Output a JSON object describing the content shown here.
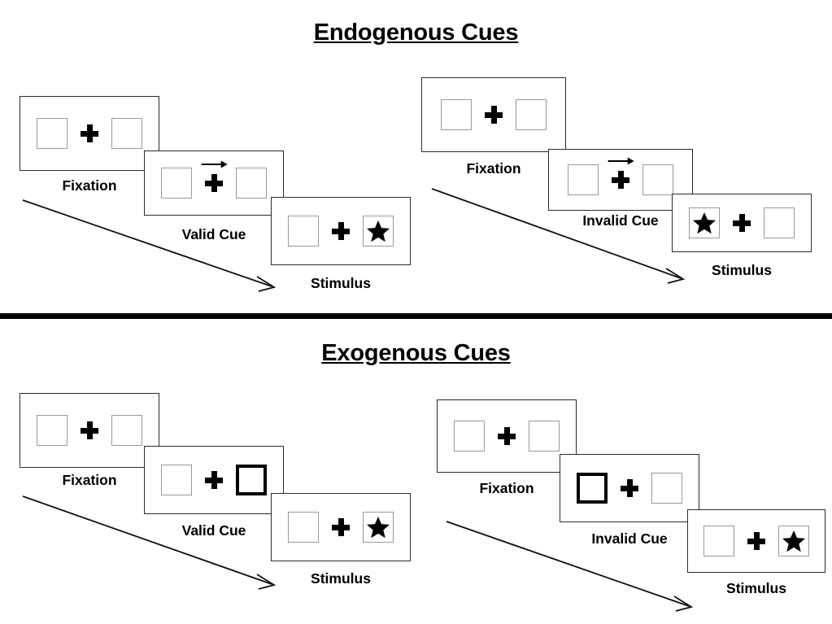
{
  "figure": {
    "sections": [
      {
        "id": "endogenous",
        "title": "Endogenous Cues",
        "conditions": [
          {
            "id": "endogenous-valid",
            "panels": [
              {
                "id": "endo-valid-fixation",
                "caption": "Fixation",
                "left_box": "empty",
                "right_box": "empty",
                "cue": "none",
                "target_side": "none"
              },
              {
                "id": "endo-valid-cue",
                "caption": "Valid Cue",
                "left_box": "empty",
                "right_box": "empty",
                "cue": "arrow-right",
                "target_side": "none"
              },
              {
                "id": "endo-valid-stimulus",
                "caption": "Stimulus",
                "left_box": "empty",
                "right_box": "star",
                "cue": "none",
                "target_side": "right"
              }
            ]
          },
          {
            "id": "endogenous-invalid",
            "panels": [
              {
                "id": "endo-invalid-fixation",
                "caption": "Fixation",
                "left_box": "empty",
                "right_box": "empty",
                "cue": "none",
                "target_side": "none"
              },
              {
                "id": "endo-invalid-cue",
                "caption": "Invalid Cue",
                "left_box": "empty",
                "right_box": "empty",
                "cue": "arrow-right",
                "target_side": "none"
              },
              {
                "id": "endo-invalid-stimulus",
                "caption": "Stimulus",
                "left_box": "star",
                "right_box": "empty",
                "cue": "none",
                "target_side": "left"
              }
            ]
          }
        ]
      },
      {
        "id": "exogenous",
        "title": "Exogenous Cues",
        "conditions": [
          {
            "id": "exogenous-valid",
            "panels": [
              {
                "id": "exo-valid-fixation",
                "caption": "Fixation",
                "left_box": "empty",
                "right_box": "empty",
                "cue": "none",
                "target_side": "none"
              },
              {
                "id": "exo-valid-cue",
                "caption": "Valid Cue",
                "left_box": "empty",
                "right_box": "cued",
                "cue": "box-highlight-right",
                "target_side": "none"
              },
              {
                "id": "exo-valid-stimulus",
                "caption": "Stimulus",
                "left_box": "empty",
                "right_box": "star",
                "cue": "none",
                "target_side": "right"
              }
            ]
          },
          {
            "id": "exogenous-invalid",
            "panels": [
              {
                "id": "exo-invalid-fixation",
                "caption": "Fixation",
                "left_box": "empty",
                "right_box": "empty",
                "cue": "none",
                "target_side": "none"
              },
              {
                "id": "exo-invalid-cue",
                "caption": "Invalid Cue",
                "left_box": "cued",
                "right_box": "empty",
                "cue": "box-highlight-left",
                "target_side": "none"
              },
              {
                "id": "exo-invalid-stimulus",
                "caption": "Stimulus",
                "left_box": "empty",
                "right_box": "star",
                "cue": "none",
                "target_side": "right"
              }
            ]
          }
        ]
      }
    ],
    "colors": {
      "ink": "#000000",
      "frame_border": "#2b2b2b",
      "box_border": "#9a9a9a",
      "cued_box_border": "#000000",
      "background": "#ffffff"
    }
  }
}
